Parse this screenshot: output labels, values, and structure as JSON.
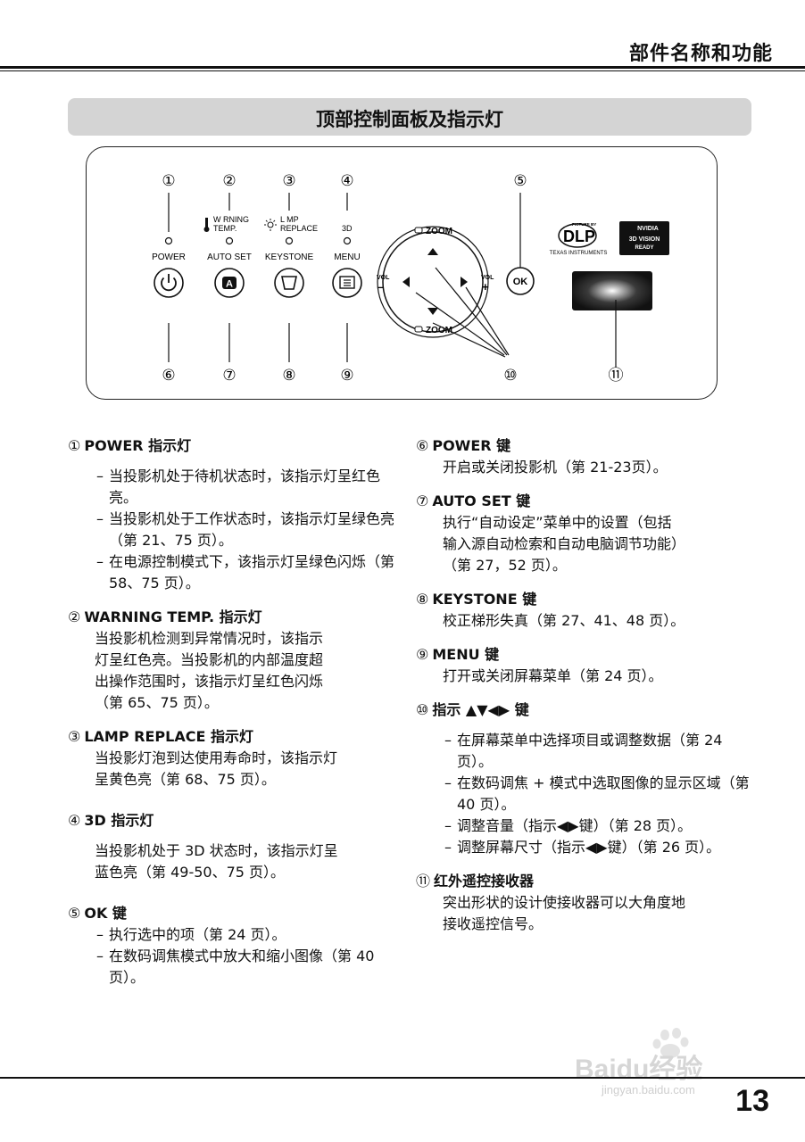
{
  "header": {
    "title": "部件名称和功能"
  },
  "section": {
    "title": "顶部控制面板及指示灯"
  },
  "diagram": {
    "callouts": [
      "①",
      "②",
      "③",
      "④",
      "⑤",
      "⑥",
      "⑦",
      "⑧",
      "⑨",
      "⑩",
      "⑪"
    ],
    "indicator_labels": {
      "warning": [
        "W RNING",
        "TEMP."
      ],
      "lamp": [
        "L MP",
        "REPLACE"
      ],
      "three_d": "3D"
    },
    "button_labels": [
      "POWER",
      "AUTO SET",
      "KEYSTONE",
      "MENU"
    ],
    "zoom_top": "ZOOM",
    "zoom_bottom": "ZOOM",
    "vol_left": [
      "VOL",
      "–"
    ],
    "vol_right": [
      "VOL",
      "+"
    ],
    "ok_label": "OK",
    "autoset_glyph": "A",
    "dlp_logo": {
      "small": "PICTURE BY",
      "main": "DLP",
      "sub": "TEXAS INSTRUMENTS"
    },
    "nvidia_logo": {
      "brand": "NVIDIA",
      "line1": "3D VISION",
      "line2": "READY"
    }
  },
  "left_column": [
    {
      "num": "①",
      "title": "POWER 指示灯",
      "bullets": [
        "当投影机处于待机状态时，该指示灯呈红色亮。",
        "当投影机处于工作状态时，该指示灯呈绿色亮（第 21、75 页）。",
        "在电源控制模式下，该指示灯呈绿色闪烁（第 58、75 页）。"
      ]
    },
    {
      "num": "②",
      "title": "WARNING TEMP. 指示灯",
      "lines": [
        "当投影机检测到异常情况时，该指示",
        "灯呈红色亮。当投影机的内部温度超",
        "出操作范围时，该指示灯呈红色闪烁",
        "（第 65、75 页）。"
      ]
    },
    {
      "num": "③",
      "title": "LAMP REPLACE 指示灯",
      "lines": [
        "当投影灯泡到达使用寿命时，该指示灯",
        "呈黄色亮（第 68、75 页）。"
      ]
    },
    {
      "num": "④",
      "title": "3D 指示灯",
      "lines": [
        "当投影机处于 3D 状态时，该指示灯呈",
        "蓝色亮（第 49-50、75 页）。"
      ]
    },
    {
      "num": "⑤",
      "title": "OK 键",
      "bullets": [
        "执行选中的项（第 24 页）。",
        "在数码调焦模式中放大和缩小图像（第 40 页）。"
      ]
    }
  ],
  "right_column": [
    {
      "num": "⑥",
      "title": "POWER 键",
      "lines": [
        "开启或关闭投影机（第 21-23页）。"
      ]
    },
    {
      "num": "⑦",
      "title": "AUTO SET 键",
      "lines": [
        "执行“自动设定”菜单中的设置（包括",
        "输入源自动检索和自动电脑调节功能）",
        "（第 27，52 页）。"
      ]
    },
    {
      "num": "⑧",
      "title": "KEYSTONE 键",
      "lines": [
        "校正梯形失真（第 27、41、48 页）。"
      ]
    },
    {
      "num": "⑨",
      "title": "MENU 键",
      "lines": [
        "打开或关闭屏幕菜单（第 24 页）。"
      ]
    },
    {
      "num": "⑩",
      "title": "指示 ▲▼◀▶ 键",
      "bullets": [
        "在屏幕菜单中选择项目或调整数据（第 24 页）。",
        "在数码调焦 + 模式中选取图像的显示区域（第 40 页）。",
        "调整音量（指示◀▶键）（第 28 页）。",
        "调整屏幕尺寸（指示◀▶键）（第 26 页）。"
      ]
    },
    {
      "num": "⑪",
      "title": "红外遥控接收器",
      "lines": [
        "突出形状的设计使接收器可以大角度地",
        "接收遥控信号。"
      ]
    }
  ],
  "footer": {
    "page_number": "13",
    "watermark_brand": "Baidu经验",
    "watermark_url": "jingyan.baidu.com"
  }
}
